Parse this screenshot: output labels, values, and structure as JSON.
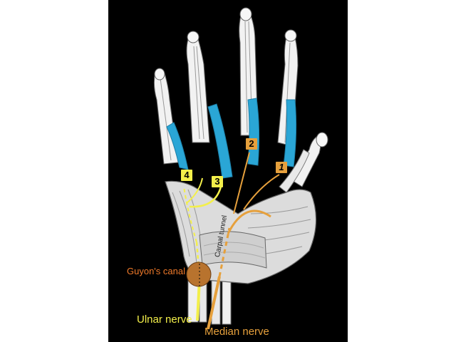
{
  "labels": {
    "guyon_canal": "Guyon's canal",
    "ulnar_nerve": "Ulnar nerve",
    "median_nerve": "Median nerve",
    "carpal_tunnel": "Carpal tunnel"
  },
  "badges": [
    {
      "text": "1",
      "color": "#e6a03c"
    },
    {
      "text": "2",
      "color": "#e6a03c"
    },
    {
      "text": "3",
      "color": "#f3ef4a"
    },
    {
      "text": "4",
      "color": "#f3ef4a"
    }
  ],
  "colors": {
    "background": "#000000",
    "bone": "#f2f2f2",
    "muscle": "#d9d9d9",
    "lumbrical": "#2aa6d6",
    "ulnar_nerve": "#f3ef4a",
    "median_nerve": "#e6a03c",
    "guyon_label": "#f07a2a",
    "ulnar_label": "#f3ef4a",
    "median_label": "#e6a03c",
    "guyon_canal_fill": "#b8732e"
  }
}
